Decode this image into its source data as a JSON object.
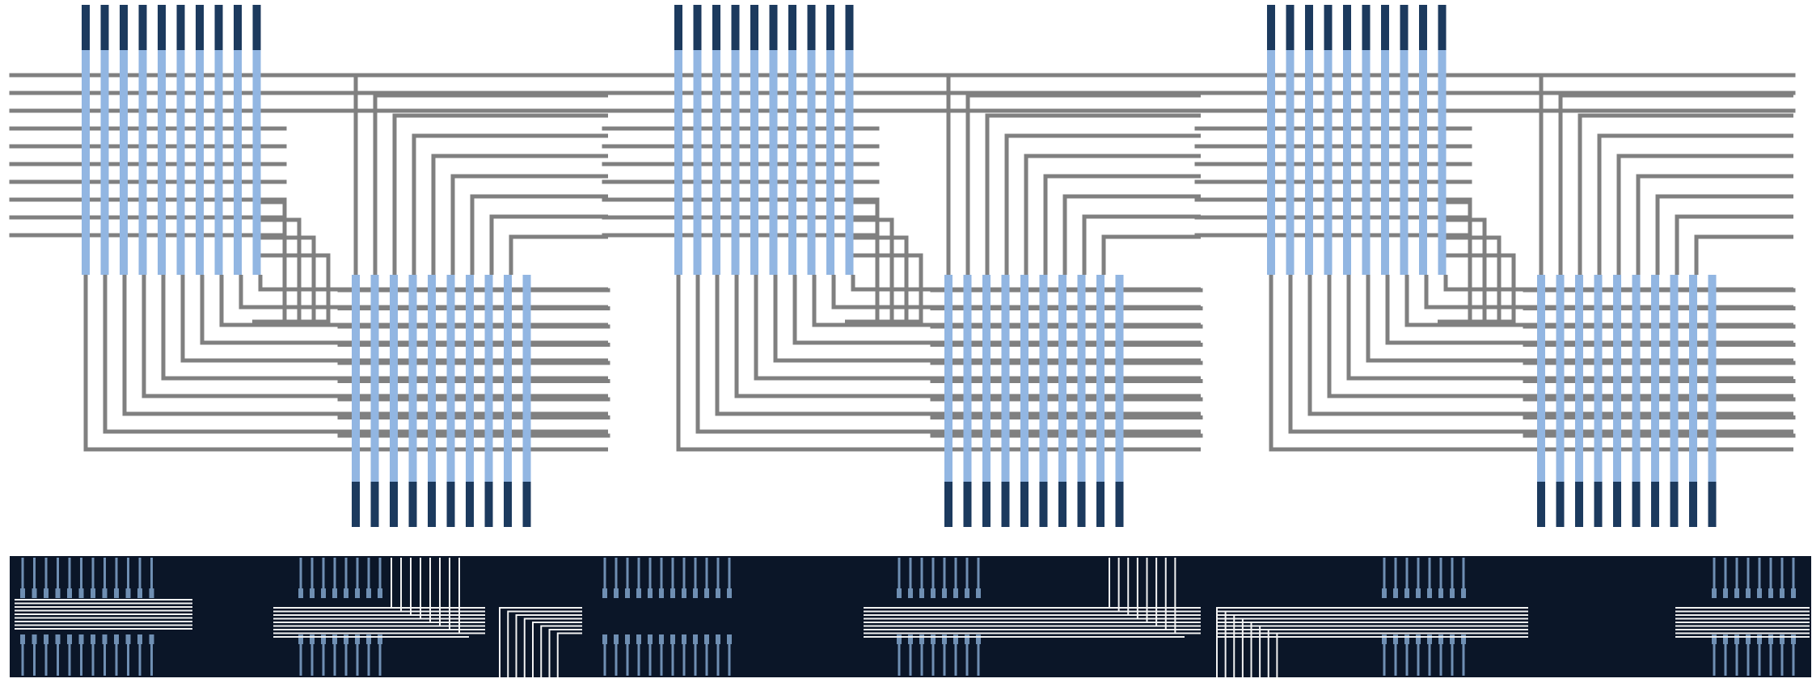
{
  "figure": {
    "panels": [
      {
        "id": "schematic",
        "kind": "crossbar-routing-diagram",
        "modules": 3
      },
      {
        "id": "micrograph",
        "kind": "sem-micrograph"
      }
    ],
    "crossbar": {
      "electrodes_per_array": 10,
      "routing_wires_per_turn": 10
    },
    "colors": {
      "routing_wire": "#808080",
      "electrode": "#92B6E2",
      "contact_pad": "#1C3A5E",
      "micrograph_background": "#0B1628",
      "micrograph_wire": "#F2F2F2",
      "micrograph_finger": "#6F8FB3"
    }
  }
}
